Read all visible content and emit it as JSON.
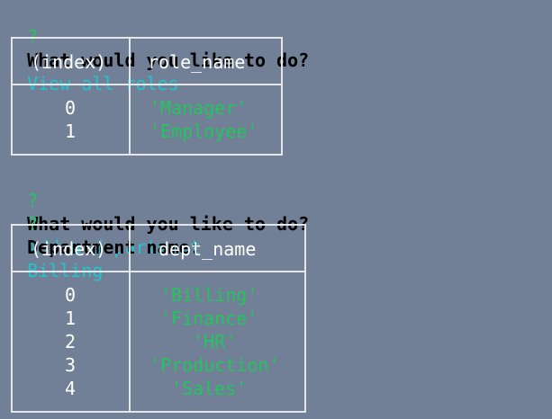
{
  "terminal": {
    "q1": {
      "mark": "?",
      "prompt": "What would you like to do?",
      "answer": "View all roles"
    },
    "roles_table": {
      "headers": [
        "(index)",
        "role_name"
      ],
      "rows": [
        {
          "index": "0",
          "value": "'Manager'"
        },
        {
          "index": "1",
          "value": "'Employee'"
        }
      ]
    },
    "q2": {
      "mark": "?",
      "prompt": "What would you like to do?",
      "answer": "Add a department"
    },
    "q3": {
      "mark": "?",
      "prompt": "Department name:",
      "answer": "Billing"
    },
    "dept_table": {
      "headers": [
        "(index)",
        "dept_name"
      ],
      "rows": [
        {
          "index": "0",
          "value": "'Billing'"
        },
        {
          "index": "1",
          "value": "'Finance'"
        },
        {
          "index": "2",
          "value": "'HR'"
        },
        {
          "index": "3",
          "value": "'Production'"
        },
        {
          "index": "4",
          "value": "'Sales'"
        }
      ]
    }
  }
}
